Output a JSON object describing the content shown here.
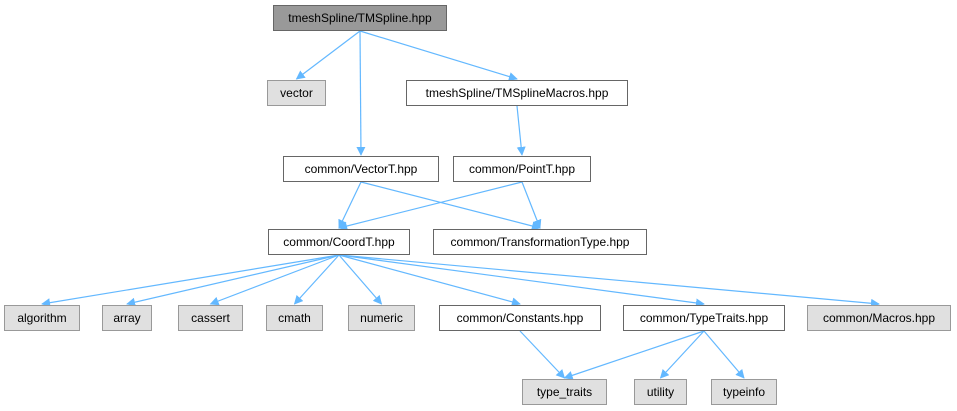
{
  "graph": {
    "edge_color": "#63b8ff",
    "nodes": [
      {
        "id": "root",
        "label": "tmeshSpline/TMSpline.hpp",
        "kind": "root"
      },
      {
        "id": "vector",
        "label": "vector",
        "kind": "system"
      },
      {
        "id": "macros_tm",
        "label": "tmeshSpline/TMSplineMacros.hpp",
        "kind": "file"
      },
      {
        "id": "vectort",
        "label": "common/VectorT.hpp",
        "kind": "file"
      },
      {
        "id": "pointt",
        "label": "common/PointT.hpp",
        "kind": "file"
      },
      {
        "id": "coordt",
        "label": "common/CoordT.hpp",
        "kind": "file"
      },
      {
        "id": "transf",
        "label": "common/TransformationType.hpp",
        "kind": "file"
      },
      {
        "id": "algorithm",
        "label": "algorithm",
        "kind": "system"
      },
      {
        "id": "array",
        "label": "array",
        "kind": "system"
      },
      {
        "id": "cassert",
        "label": "cassert",
        "kind": "system"
      },
      {
        "id": "cmath",
        "label": "cmath",
        "kind": "system"
      },
      {
        "id": "numeric",
        "label": "numeric",
        "kind": "system"
      },
      {
        "id": "constants",
        "label": "common/Constants.hpp",
        "kind": "file"
      },
      {
        "id": "typetraits_h",
        "label": "common/TypeTraits.hpp",
        "kind": "file"
      },
      {
        "id": "macros_c",
        "label": "common/Macros.hpp",
        "kind": "system"
      },
      {
        "id": "type_traits",
        "label": "type_traits",
        "kind": "system"
      },
      {
        "id": "utility",
        "label": "utility",
        "kind": "system"
      },
      {
        "id": "typeinfo",
        "label": "typeinfo",
        "kind": "system"
      }
    ],
    "edges": [
      [
        "root",
        "vector"
      ],
      [
        "root",
        "vectort"
      ],
      [
        "root",
        "macros_tm"
      ],
      [
        "macros_tm",
        "pointt"
      ],
      [
        "vectort",
        "coordt"
      ],
      [
        "vectort",
        "transf"
      ],
      [
        "pointt",
        "coordt"
      ],
      [
        "pointt",
        "transf"
      ],
      [
        "coordt",
        "algorithm"
      ],
      [
        "coordt",
        "array"
      ],
      [
        "coordt",
        "cassert"
      ],
      [
        "coordt",
        "cmath"
      ],
      [
        "coordt",
        "numeric"
      ],
      [
        "coordt",
        "constants"
      ],
      [
        "coordt",
        "typetraits_h"
      ],
      [
        "coordt",
        "macros_c"
      ],
      [
        "constants",
        "type_traits"
      ],
      [
        "typetraits_h",
        "type_traits"
      ],
      [
        "typetraits_h",
        "utility"
      ],
      [
        "typetraits_h",
        "typeinfo"
      ]
    ]
  }
}
